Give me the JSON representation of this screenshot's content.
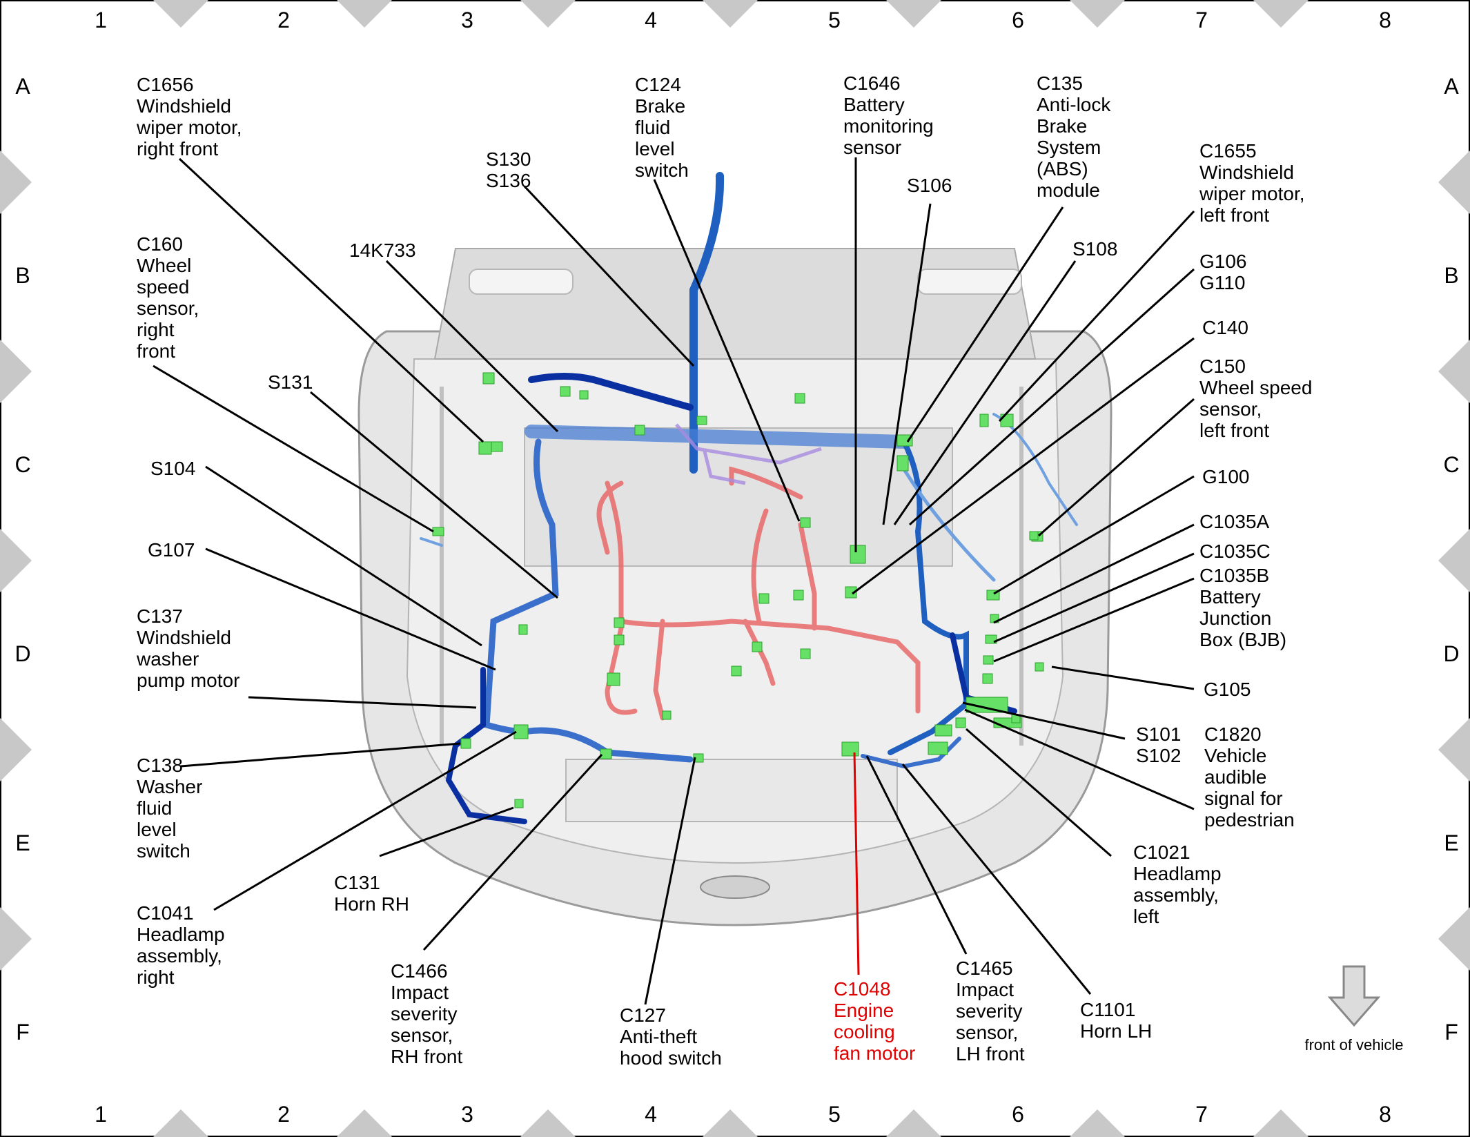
{
  "grid": {
    "columns": [
      "1",
      "2",
      "3",
      "4",
      "5",
      "6",
      "7",
      "8"
    ],
    "rows": [
      "A",
      "B",
      "C",
      "D",
      "E",
      "F"
    ]
  },
  "callouts": [
    {
      "id": "c1656",
      "lines": [
        "C1656",
        "Windshield",
        "wiper motor,",
        "right front"
      ]
    },
    {
      "id": "c160",
      "lines": [
        "C160",
        "Wheel",
        "speed",
        "sensor,",
        "right",
        "front"
      ]
    },
    {
      "id": "14k733",
      "lines": [
        "14K733"
      ]
    },
    {
      "id": "s131",
      "lines": [
        "S131"
      ]
    },
    {
      "id": "s104",
      "lines": [
        "S104"
      ]
    },
    {
      "id": "g107",
      "lines": [
        "G107"
      ]
    },
    {
      "id": "c137",
      "lines": [
        "C137",
        "Windshield",
        "washer",
        "pump motor"
      ]
    },
    {
      "id": "c138",
      "lines": [
        "C138",
        "Washer",
        "fluid",
        "level",
        "switch"
      ]
    },
    {
      "id": "c1041",
      "lines": [
        "C1041",
        "Headlamp",
        "assembly,",
        "right"
      ]
    },
    {
      "id": "c131",
      "lines": [
        "C131",
        "Horn RH"
      ]
    },
    {
      "id": "c1466",
      "lines": [
        "C1466",
        "Impact",
        "severity",
        "sensor,",
        "RH front"
      ]
    },
    {
      "id": "c127",
      "lines": [
        "C127",
        "Anti-theft",
        "hood switch"
      ]
    },
    {
      "id": "c1048",
      "lines": [
        "C1048",
        "Engine",
        "cooling",
        "fan motor"
      ],
      "highlight": true
    },
    {
      "id": "c1465",
      "lines": [
        "C1465",
        "Impact",
        "severity",
        "sensor,",
        "LH front"
      ]
    },
    {
      "id": "c1101",
      "lines": [
        "C1101",
        "Horn LH"
      ]
    },
    {
      "id": "c1021",
      "lines": [
        "C1021",
        "Headlamp",
        "assembly,",
        "left"
      ]
    },
    {
      "id": "s130",
      "lines": [
        "S130",
        "S136"
      ]
    },
    {
      "id": "c124",
      "lines": [
        "C124",
        "Brake",
        "fluid",
        "level",
        "switch"
      ]
    },
    {
      "id": "c1646",
      "lines": [
        "C1646",
        "Battery",
        "monitoring",
        "sensor"
      ]
    },
    {
      "id": "s106",
      "lines": [
        "S106"
      ]
    },
    {
      "id": "c135",
      "lines": [
        "C135",
        "Anti-lock",
        "Brake",
        "System",
        "(ABS)",
        "module"
      ]
    },
    {
      "id": "c1655",
      "lines": [
        "C1655",
        "Windshield",
        "wiper motor,",
        "left front"
      ]
    },
    {
      "id": "s108",
      "lines": [
        "S108"
      ]
    },
    {
      "id": "g106",
      "lines": [
        "G106",
        "G110"
      ]
    },
    {
      "id": "c140",
      "lines": [
        "C140"
      ]
    },
    {
      "id": "c150",
      "lines": [
        "C150",
        "Wheel speed",
        "sensor,",
        "left front"
      ]
    },
    {
      "id": "g100",
      "lines": [
        "G100"
      ]
    },
    {
      "id": "c1035a",
      "lines": [
        "C1035A"
      ]
    },
    {
      "id": "c1035c",
      "lines": [
        "C1035C"
      ]
    },
    {
      "id": "c1035b",
      "lines": [
        "C1035B",
        "Battery",
        "Junction",
        "Box (BJB)"
      ]
    },
    {
      "id": "g105",
      "lines": [
        "G105"
      ]
    },
    {
      "id": "s101",
      "lines": [
        "S101",
        "S102"
      ]
    },
    {
      "id": "c1820",
      "lines": [
        "C1820",
        "Vehicle",
        "audible",
        "signal for",
        "pedestrian"
      ]
    }
  ],
  "caption": "front of vehicle",
  "colors": {
    "highlight": "#e00000",
    "harness_blue": "#1e5fbf",
    "harness_dark_blue": "#0a2fa0",
    "harness_red": "#e86a6a",
    "connector_green": "#66e066",
    "grid_diamond": "#c8c8c8"
  }
}
